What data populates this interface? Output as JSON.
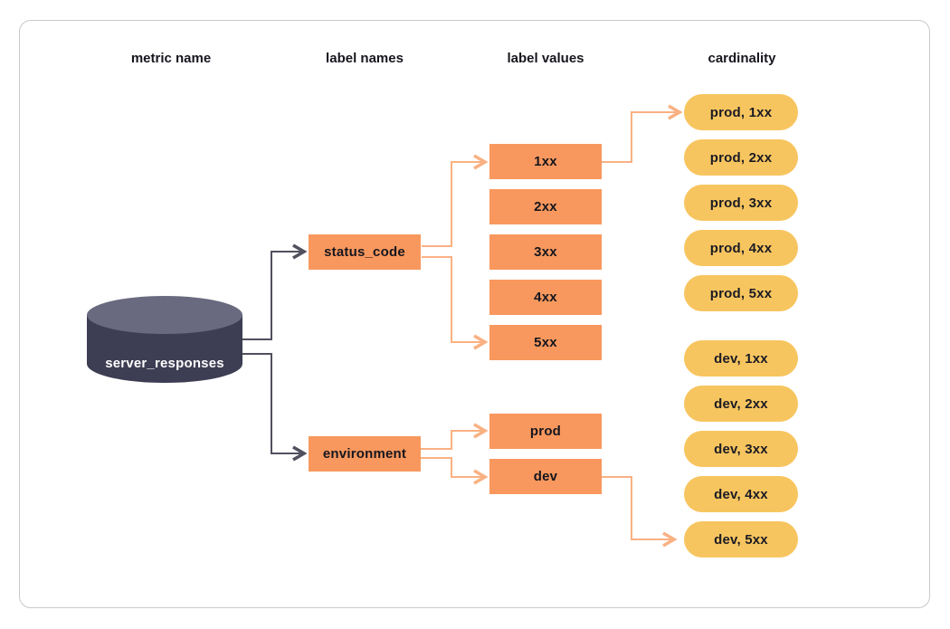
{
  "headers": [
    {
      "label": "metric name"
    },
    {
      "label": "label names"
    },
    {
      "label": "label values"
    },
    {
      "label": "cardinality"
    }
  ],
  "metric": {
    "name": "server_responses"
  },
  "label_names": [
    {
      "label": "status_code"
    },
    {
      "label": "environment"
    }
  ],
  "label_values": {
    "status_code": [
      "1xx",
      "2xx",
      "3xx",
      "4xx",
      "5xx"
    ],
    "environment": [
      "prod",
      "dev"
    ]
  },
  "cardinality": {
    "prod": [
      "prod, 1xx",
      "prod, 2xx",
      "prod, 3xx",
      "prod, 4xx",
      "prod, 5xx"
    ],
    "dev": [
      "dev, 1xx",
      "dev, 2xx",
      "dev, 3xx",
      "dev, 4xx",
      "dev, 5xx"
    ]
  },
  "colors": {
    "box_orange": "#f8985e",
    "pill_yellow": "#f7c55f",
    "line_orange": "#f9b183",
    "line_dark": "#50505f",
    "cylinder_body": "#3d3d53",
    "cylinder_top": "#69697f",
    "card_border": "#c9c9cd"
  }
}
